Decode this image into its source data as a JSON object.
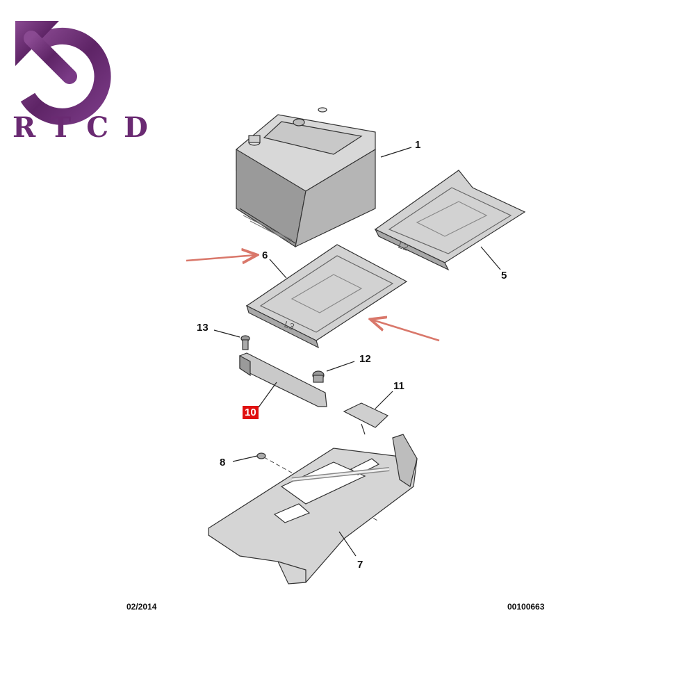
{
  "logo": {
    "text": "RTCD",
    "icon": "circular-arrow-icon",
    "color": "#6a2a72"
  },
  "callouts": [
    {
      "id": "1",
      "label": "1",
      "highlight": false
    },
    {
      "id": "5",
      "label": "5",
      "highlight": false
    },
    {
      "id": "6",
      "label": "6",
      "highlight": false
    },
    {
      "id": "13",
      "label": "13",
      "highlight": false
    },
    {
      "id": "12",
      "label": "12",
      "highlight": false
    },
    {
      "id": "10",
      "label": "10",
      "highlight": true
    },
    {
      "id": "11",
      "label": "11",
      "highlight": false
    },
    {
      "id": "8",
      "label": "8",
      "highlight": false
    },
    {
      "id": "7",
      "label": "7",
      "highlight": false
    }
  ],
  "tray_markings": {
    "l2": "L2",
    "l3": "L3"
  },
  "footer": {
    "date": "02/2014",
    "ref": "00100663"
  },
  "colors": {
    "arrow": "#d9776a",
    "highlight": "#e01010",
    "part_fill": "#cfcfcf",
    "part_stroke": "#333333"
  }
}
